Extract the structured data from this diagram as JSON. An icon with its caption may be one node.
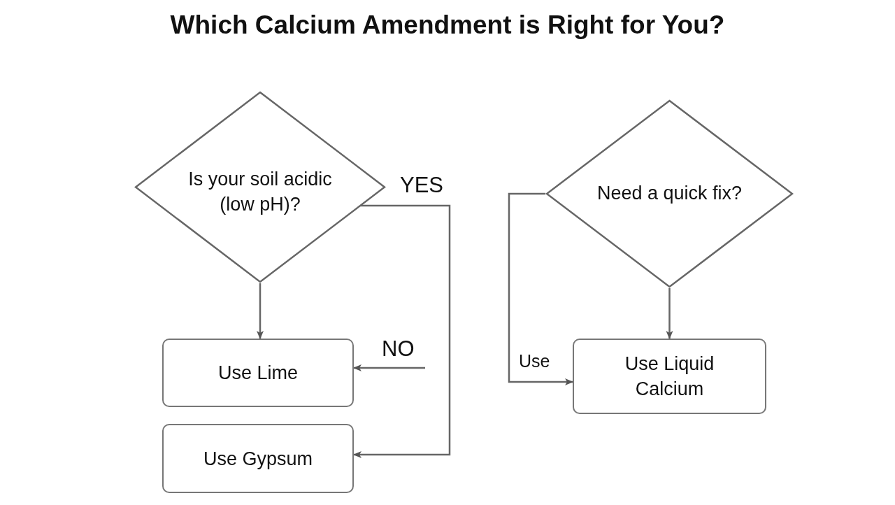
{
  "diagram": {
    "title": "Which Calcium Amendment is Right for You?",
    "nodes": [
      {
        "text": [
          "Is your soil acidic (low pH)?"
        ]
      },
      {
        "text": [
          "Use Lime"
        ]
      },
      {
        "text": [
          "Use Gypsum"
        ]
      },
      {
        "text": [
          "Need a quick fix?"
        ]
      },
      {
        "text": [
          "Use Liquid Calcium"
        ]
      }
    ],
    "edges": [
      {
        "from": 0,
        "to": 1,
        "arrow": "to"
      },
      {
        "from": 0,
        "to": 2,
        "arrow": "to",
        "label": "YES"
      },
      {
        "from": null,
        "to": 1,
        "arrow": "to",
        "label": "NO"
      },
      {
        "from": 3,
        "to": 4,
        "arrow": "to"
      },
      {
        "from": 3,
        "to": 4,
        "arrow": "to",
        "label": "Use"
      }
    ]
  }
}
